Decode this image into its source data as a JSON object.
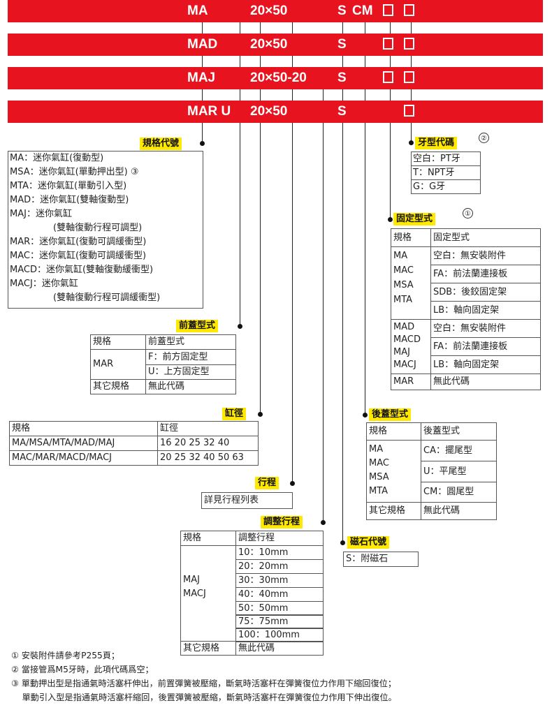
{
  "bars": [
    {
      "series": "MA",
      "size": "20×50",
      "s": "S",
      "cm": "CM"
    },
    {
      "series": "MAD",
      "size": "20×50",
      "s": "S"
    },
    {
      "series": "MAJ",
      "size": "20×50-20",
      "s": "S"
    },
    {
      "series": "MAR U",
      "size": "20×50",
      "s": "S"
    }
  ],
  "spec": {
    "label": "規格代號",
    "rows": [
      "MA：迷你氣缸(復動型)",
      "MSA：迷你氣缸(單動押出型) ③",
      "MTA：迷你氣缸(單動引入型)",
      "MAD：迷你氣缸(雙軸復動型)",
      "MAJ：迷你氣缸",
      "(雙軸復動行程可調型)",
      "MAR：迷你氣缸(復動可調緩衝型)",
      "MAC：迷你氣缸(復動可調緩衝型)",
      "MACD：迷你氣缸(雙軸復動緩衝型)",
      "MACJ：迷你氣缸",
      "(雙軸復動行程可調緩衝型)"
    ]
  },
  "thread": {
    "label": "牙型代碼",
    "mark": "②",
    "rows": [
      "空白：PT牙",
      "T：NPT牙",
      "G：G牙"
    ]
  },
  "mount": {
    "label": "固定型式",
    "mark": "①",
    "h1": "規格",
    "h2": "固定型式",
    "g1_specs": [
      "MA",
      "MAC",
      "MSA",
      "MTA"
    ],
    "g1_opts": [
      "空白：無安裝附件",
      "FA：前法蘭連接板",
      "SDB：後鉸固定架",
      "LB：軸向固定架"
    ],
    "g2_specs": [
      "MAD",
      "MACD",
      "MAJ",
      "MACJ"
    ],
    "g2_opts": [
      "空白：無安裝附件",
      "FA：前法蘭連接板",
      "LB：軸向固定架"
    ],
    "g3_spec": "MAR",
    "g3_opt": "無此代碼"
  },
  "front": {
    "label": "前蓋型式",
    "h1": "規格",
    "h2": "前蓋型式",
    "spec": "MAR",
    "opt1": "F：前方固定型",
    "opt2": "U：上方固定型",
    "other": "其它規格",
    "other_v": "無此代碼"
  },
  "bore": {
    "label": "缸徑",
    "h1": "規格",
    "h2": "缸徑",
    "r1s": "MA/MSA/MTA/MAD/MAJ",
    "r1v": "16 20 25 32 40",
    "r2s": "MAC/MAR/MACD/MACJ",
    "r2v": "20 25 32 40 50 63"
  },
  "stroke": {
    "label": "行程",
    "text": "詳見行程列表"
  },
  "adj": {
    "label": "調整行程",
    "h1": "規格",
    "h2": "調整行程",
    "specs": [
      "MAJ",
      "MACJ"
    ],
    "opts": [
      "10：10mm",
      "20：20mm",
      "30：30mm",
      "40：40mm",
      "50：50mm",
      "75：75mm",
      "100：100mm"
    ],
    "other": "其它規格",
    "other_v": "無此代碼"
  },
  "rear": {
    "label": "後蓋型式",
    "h1": "規格",
    "h2": "後蓋型式",
    "specs": [
      "MA",
      "MAC",
      "MSA",
      "MTA"
    ],
    "opts": [
      "CA：擺尾型",
      "U：平尾型",
      "CM：圓尾型"
    ],
    "other": "其它規格",
    "other_v": "無此代碼"
  },
  "magnet": {
    "label": "磁石代號",
    "text": "S：附磁石"
  },
  "notes": [
    "① 安裝附件請參考P255頁；",
    "② 當接管爲M5牙時，此項代碼爲空；",
    "③ 單動押出型是指通氣時活塞杆伸出，前置彈簧被壓縮，斷氣時活塞杆在彈簧復位力作用下縮回復位；",
    "    單動引入型是指通氣時活塞杆縮回，後置彈簧被壓縮，斷氣時活塞杆在彈簧復位力作用下伸出復位。"
  ],
  "colors": {
    "bar": "#e7141f",
    "label": "#ffe900"
  }
}
